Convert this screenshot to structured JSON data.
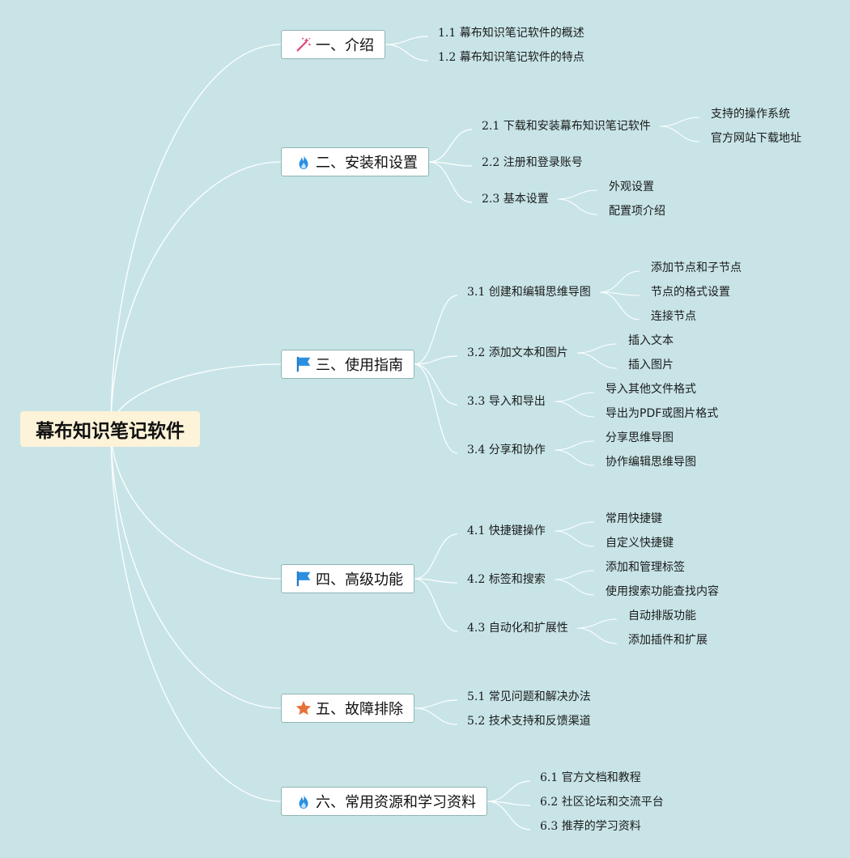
{
  "root": {
    "label": "幕布知识笔记软件"
  },
  "colors": {
    "background": "#c8e4e7",
    "root_fill": "#fdf3d8",
    "topic_border": "#8fb5b3",
    "line": "#ffffff"
  },
  "topics": [
    {
      "label": "一、介绍",
      "icon": "magic-wand-icon",
      "children": [
        {
          "label": "1.1 幕布知识笔记软件的概述",
          "children": []
        },
        {
          "label": "1.2 幕布知识笔记软件的特点",
          "children": []
        }
      ]
    },
    {
      "label": "二、安装和设置",
      "icon": "flame-icon",
      "children": [
        {
          "label": "2.1 下载和安装幕布知识笔记软件",
          "children": [
            "支持的操作系统",
            "官方网站下载地址"
          ]
        },
        {
          "label": "2.2 注册和登录账号",
          "children": []
        },
        {
          "label": "2.3 基本设置",
          "children": [
            "外观设置",
            "配置项介绍"
          ]
        }
      ]
    },
    {
      "label": "三、使用指南",
      "icon": "flag-icon",
      "children": [
        {
          "label": "3.1 创建和编辑思维导图",
          "children": [
            "添加节点和子节点",
            "节点的格式设置",
            "连接节点"
          ]
        },
        {
          "label": "3.2 添加文本和图片",
          "children": [
            "插入文本",
            "插入图片"
          ]
        },
        {
          "label": "3.3 导入和导出",
          "children": [
            "导入其他文件格式",
            "导出为PDF或图片格式"
          ]
        },
        {
          "label": "3.4 分享和协作",
          "children": [
            "分享思维导图",
            "协作编辑思维导图"
          ]
        }
      ]
    },
    {
      "label": "四、高级功能",
      "icon": "flag-icon",
      "children": [
        {
          "label": "4.1 快捷键操作",
          "children": [
            "常用快捷键",
            "自定义快捷键"
          ]
        },
        {
          "label": "4.2 标签和搜索",
          "children": [
            "添加和管理标签",
            "使用搜索功能查找内容"
          ]
        },
        {
          "label": "4.3 自动化和扩展性",
          "children": [
            "自动排版功能",
            "添加插件和扩展"
          ]
        }
      ]
    },
    {
      "label": "五、故障排除",
      "icon": "star-icon",
      "children": [
        {
          "label": "5.1 常见问题和解决办法",
          "children": []
        },
        {
          "label": "5.2 技术支持和反馈渠道",
          "children": []
        }
      ]
    },
    {
      "label": "六、常用资源和学习资料",
      "icon": "flame-icon",
      "children": [
        {
          "label": "6.1 官方文档和教程",
          "children": []
        },
        {
          "label": "6.2 社区论坛和交流平台",
          "children": []
        },
        {
          "label": "6.3 推荐的学习资料",
          "children": []
        }
      ]
    }
  ]
}
